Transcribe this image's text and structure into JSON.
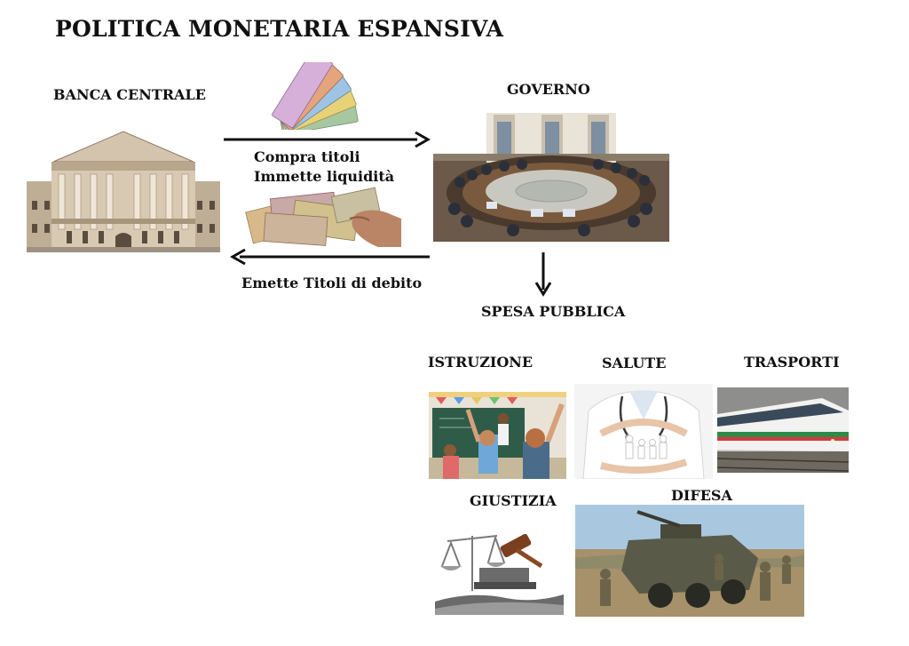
{
  "title": "POLITICA MONETARIA ESPANSIVA",
  "nodes": {
    "banca_centrale": "BANCA CENTRALE",
    "governo": "GOVERNO",
    "spesa_pubblica": "SPESA PUBBLICA"
  },
  "flows": {
    "compra_titoli": "Compra titoli",
    "immette_liquidita": "Immette liquidità",
    "emette_titoli": "Emette Titoli di debito"
  },
  "sectors": {
    "istruzione": "ISTRUZIONE",
    "salute": "SALUTE",
    "trasporti": "TRASPORTI",
    "giustizia": "GIUSTIZIA",
    "difesa": "DIFESA"
  },
  "images": {
    "bank": "bank-building",
    "money_fan": "euro-banknotes",
    "money_hand": "banknotes-in-hand",
    "parliament": "government-assembly-room",
    "classroom": "classroom",
    "doctor": "doctor-with-family-cutout",
    "train": "high-speed-train",
    "justice": "gavel-and-scales",
    "military": "armored-vehicle-soldiers"
  }
}
